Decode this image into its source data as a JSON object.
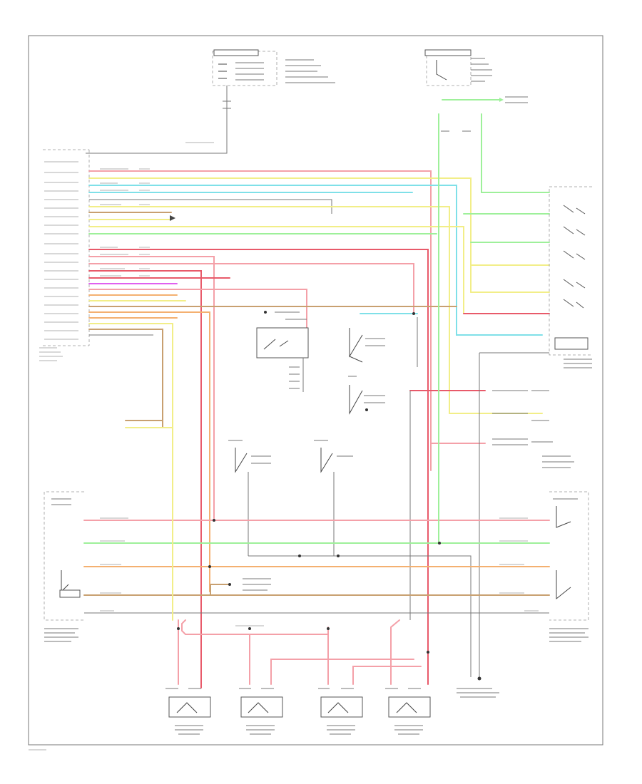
{
  "colors": {
    "pink": "#f4a0a8",
    "red": "#e85a6a",
    "cyan": "#7fe0e8",
    "yellow": "#f2ee88",
    "light_green": "#9ef09a",
    "orange": "#f4b070",
    "brown": "#c8a070",
    "purple": "#e060f0",
    "gray": "#888888",
    "frame": "#777777"
  },
  "icons": [
    "ground-symbol",
    "switch-symbol",
    "motor-symbol",
    "connector-dot"
  ]
}
